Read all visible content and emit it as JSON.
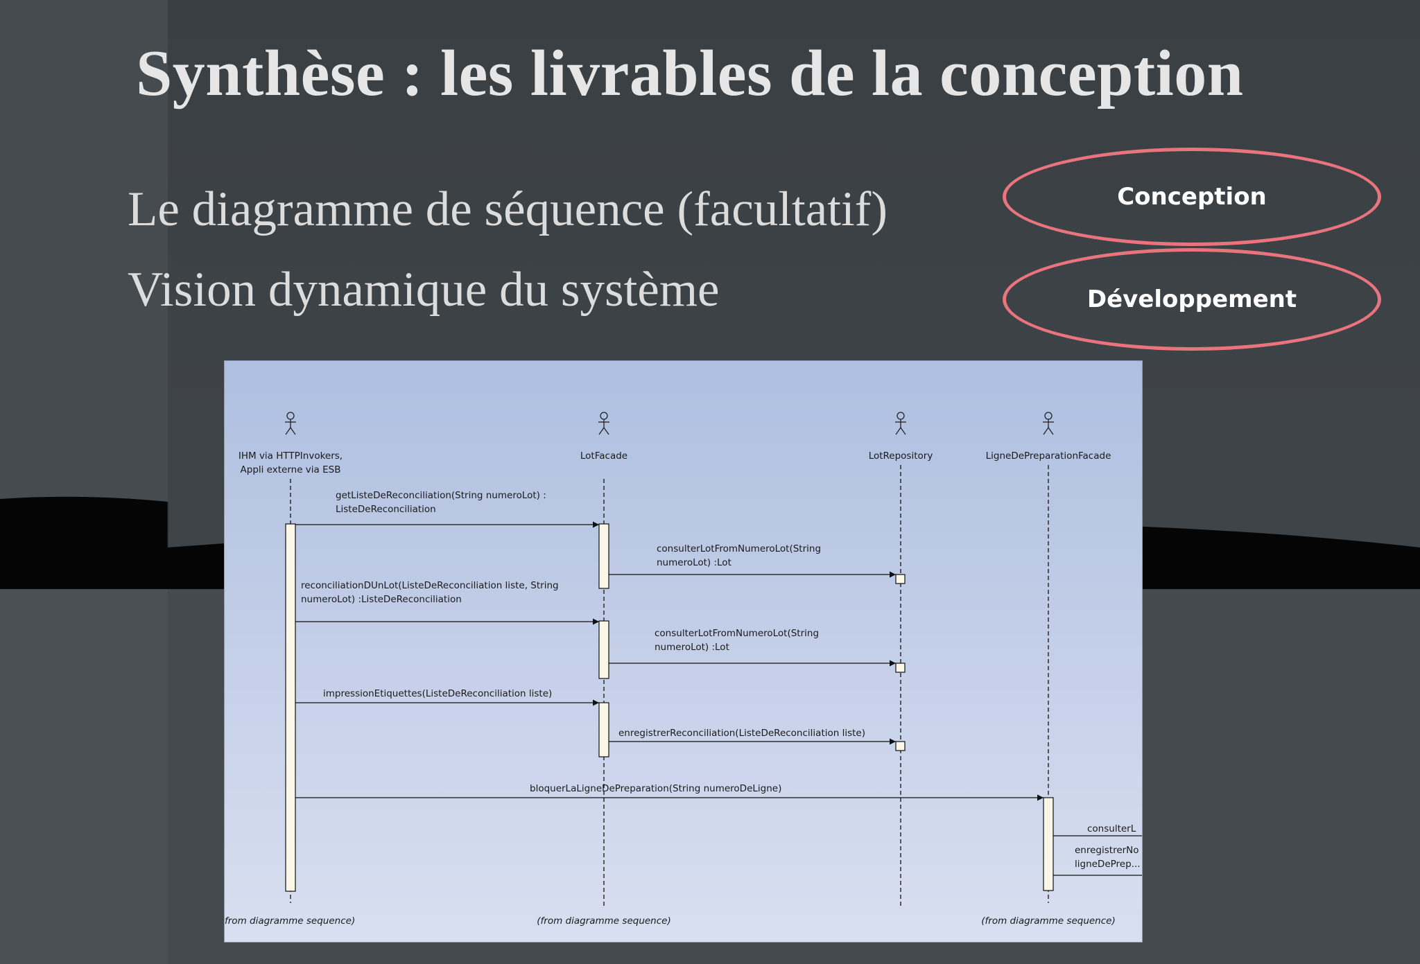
{
  "slide": {
    "title": "Synthèse : les livrables de la conception",
    "line1": "Le diagramme de séquence (facultatif)",
    "line2": "Vision dynamique du système"
  },
  "badges": {
    "conception": "Conception",
    "developpement": "Développement"
  },
  "sequence_diagram": {
    "lifelines": [
      {
        "name_line1": "IHM via HTTPInvokers,",
        "name_line2": "Appli externe via ESB",
        "from": "from diagramme sequence)"
      },
      {
        "name_line1": "LotFacade",
        "from": "(from diagramme sequence)"
      },
      {
        "name_line1": "LotRepository"
      },
      {
        "name_line1": "LigneDePreparationFacade",
        "from": "(from diagramme sequence)"
      }
    ],
    "messages": [
      {
        "line1": "getListeDeReconciliation(String numeroLot) :",
        "line2": "ListeDeReconciliation"
      },
      {
        "line1": "consulterLotFromNumeroLot(String",
        "line2": "numeroLot) :Lot"
      },
      {
        "line1": "reconciliationDUnLot(ListeDeReconciliation liste, String",
        "line2": "numeroLot) :ListeDeReconciliation"
      },
      {
        "line1": "consulterLotFromNumeroLot(String",
        "line2": "numeroLot) :Lot"
      },
      {
        "line1": "impressionEtiquettes(ListeDeReconciliation liste)"
      },
      {
        "line1": "enregistrerReconciliation(ListeDeReconciliation liste)"
      },
      {
        "line1": "bloquerLaLigneDePreparation(String numeroDeLigne)"
      },
      {
        "line1": "consulterL"
      },
      {
        "line1": "enregistrerNo",
        "line2": "ligneDePrep..."
      }
    ]
  },
  "colors": {
    "oval_border": "#e9747e",
    "diagram_bg_top": "#aebfe0",
    "diagram_bg_bottom": "#d8dff0",
    "activation_fill": "#fbf7e8"
  }
}
